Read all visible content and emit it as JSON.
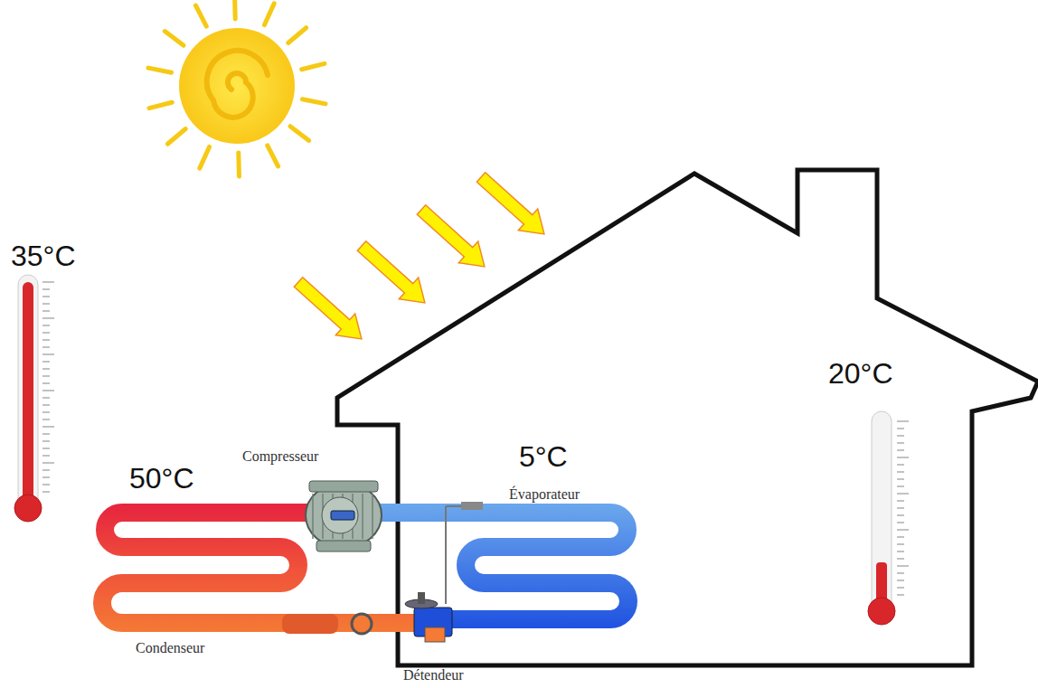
{
  "diagram": {
    "labels": [
      "35°C",
      "50°C",
      "Compresseur",
      "5°C",
      "Évaporateur",
      "20°C",
      "Condenseur",
      "Détendeur"
    ]
  }
}
